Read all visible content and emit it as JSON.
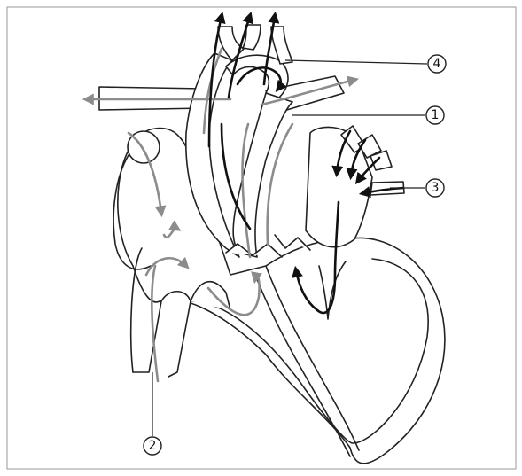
{
  "labels": [
    {
      "id": "1",
      "text": "1"
    },
    {
      "id": "2",
      "text": "2"
    },
    {
      "id": "3",
      "text": "3"
    },
    {
      "id": "4",
      "text": "4"
    }
  ],
  "colors": {
    "background": "#ffffff",
    "outline": "#222222",
    "grey_flow": "#8c8c8c",
    "black_flow": "#111111"
  }
}
